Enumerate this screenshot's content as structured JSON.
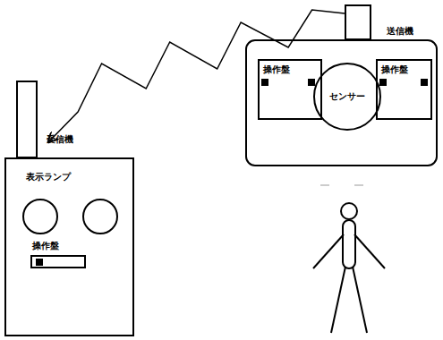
{
  "diagram": {
    "nodes": [
      {
        "text": [
          "送信機"
        ]
      },
      {
        "text": [
          "操作盤"
        ]
      },
      {
        "text": [
          "センサー"
        ]
      },
      {
        "text": [
          "操作盤"
        ]
      },
      {
        "text": [
          "受信機"
        ]
      },
      {
        "text": [
          "表示ランプ"
        ]
      },
      {
        "text": [
          "操作盤"
        ],
        "in": 5
      }
    ],
    "edges": [
      {
        "from": 0,
        "to": 4,
        "arrow": "to"
      }
    ]
  }
}
